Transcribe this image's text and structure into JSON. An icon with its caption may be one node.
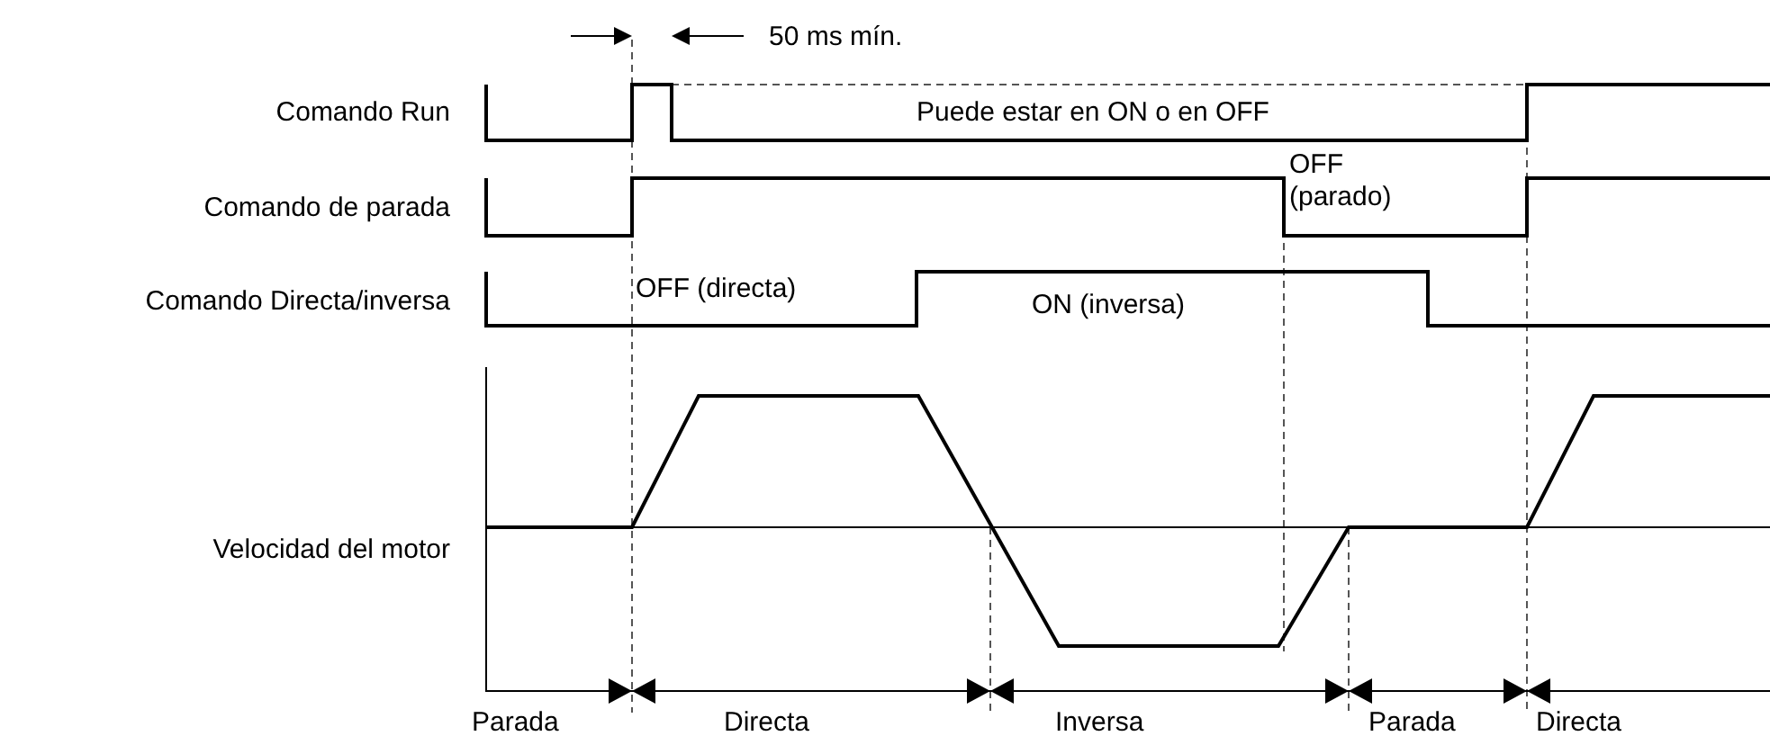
{
  "diagram": {
    "labels": [
      "50 ms mín.",
      "Comando Run",
      "Puede estar en ON o en OFF",
      "OFF (parado)",
      "Comando de parada",
      "Comando Directa/inversa",
      "OFF (directa)",
      "ON (inversa)",
      "Velocidad del motor",
      "Parada",
      "Directa",
      "Inversa",
      "Parada",
      "Directa"
    ]
  }
}
